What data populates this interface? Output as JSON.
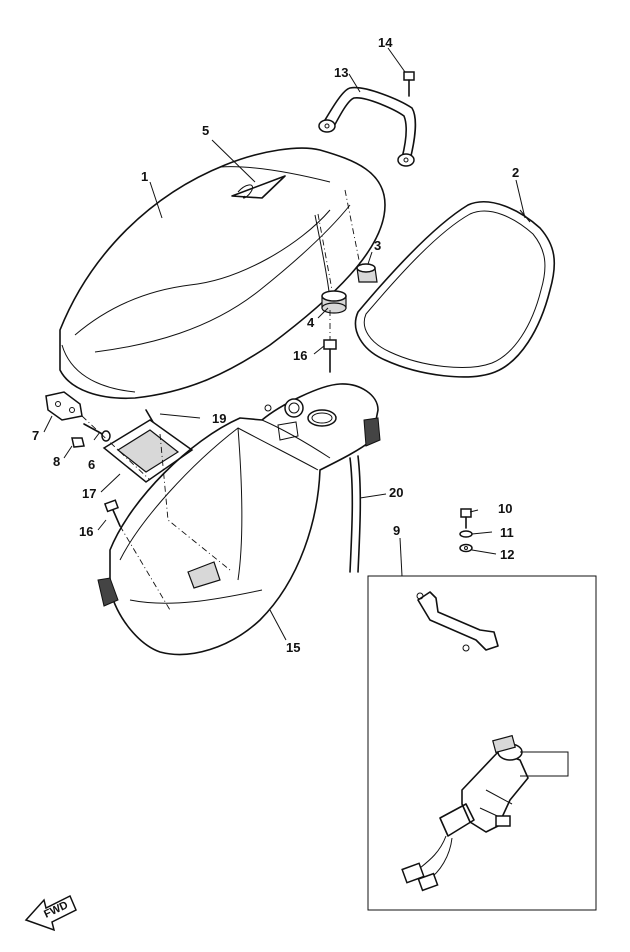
{
  "diagram": {
    "callouts": {
      "c1": "1",
      "c2": "2",
      "c3": "3",
      "c4": "4",
      "c5": "5",
      "c6": "6",
      "c7": "7",
      "c8": "8",
      "c9": "9",
      "c10": "10",
      "c11": "11",
      "c12": "12",
      "c13": "13",
      "c14": "14",
      "c15": "15",
      "c16a": "16",
      "c16b": "16",
      "c17": "17",
      "c19": "19",
      "c20": "20"
    },
    "fwd_label": "FWD"
  }
}
